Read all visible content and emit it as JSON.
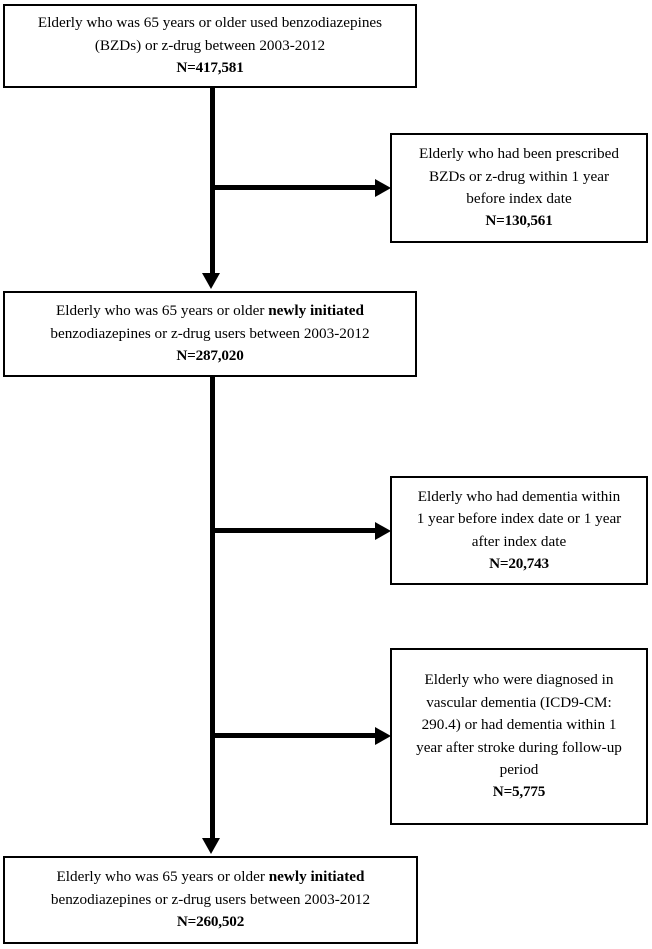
{
  "chart_data": {
    "type": "diagram",
    "title": "Study cohort selection flow diagram",
    "nodes": [
      {
        "id": "cohort-initial",
        "kind": "cohort",
        "lines": [
          "Elderly who was 65 years or older used benzodiazepines",
          "(BZDs) or z-drug between 2003-2012"
        ],
        "count_label": "N=417,581",
        "count": 417581
      },
      {
        "id": "excl-prior-bzd",
        "kind": "exclusion",
        "lines": [
          "Elderly who had been prescribed",
          "BZDs or z-drug within 1 year",
          "before index date"
        ],
        "count_label": "N=130,561",
        "count": 130561
      },
      {
        "id": "cohort-newusers",
        "kind": "cohort",
        "lines_html": [
          "Elderly who was 65 years or older <b>newly initiated</b>",
          "benzodiazepines or z-drug users between 2003-2012"
        ],
        "count_label": "N=287,020",
        "count": 287020
      },
      {
        "id": "excl-dementia",
        "kind": "exclusion",
        "lines": [
          "Elderly who had dementia within",
          "1 year before index date or 1 year",
          "after index date"
        ],
        "count_label": "N=20,743",
        "count": 20743
      },
      {
        "id": "excl-vascular",
        "kind": "exclusion",
        "lines": [
          "Elderly who were diagnosed in",
          "vascular dementia (ICD9-CM:",
          "290.4) or had dementia within 1",
          "year after stroke during follow-up",
          "period"
        ],
        "count_label": "N=5,775",
        "count": 5775
      },
      {
        "id": "cohort-final",
        "kind": "cohort",
        "lines_html": [
          "Elderly who was 65 years or older <b>newly initiated</b>",
          "benzodiazepines or z-drug users between 2003-2012"
        ],
        "count_label": "N=260,502",
        "count": 260502
      }
    ],
    "edges": [
      {
        "from": "cohort-initial",
        "to": "excl-prior-bzd",
        "type": "branch-right"
      },
      {
        "from": "cohort-initial",
        "to": "cohort-newusers",
        "type": "main-down"
      },
      {
        "from": "cohort-newusers",
        "to": "excl-dementia",
        "type": "branch-right"
      },
      {
        "from": "cohort-newusers",
        "to": "excl-vascular",
        "type": "branch-right"
      },
      {
        "from": "cohort-newusers",
        "to": "cohort-final",
        "type": "main-down"
      }
    ],
    "colors": {
      "stroke": "#000000",
      "background": "#ffffff",
      "text": "#000000"
    }
  }
}
